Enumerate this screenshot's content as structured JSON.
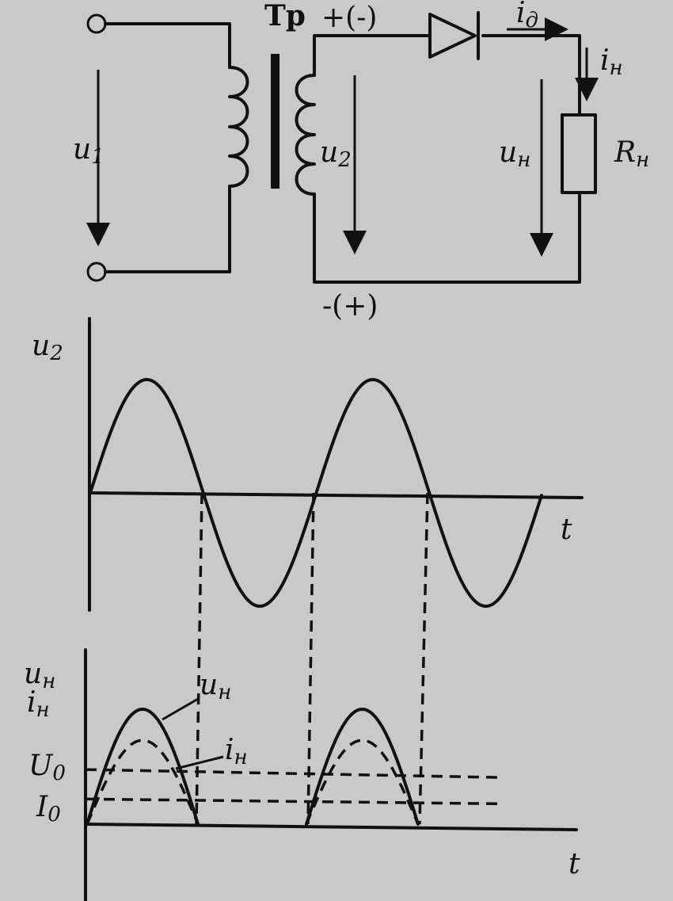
{
  "circuit": {
    "transformer_label": "Тр",
    "primary_voltage": "u",
    "primary_voltage_sub": "1",
    "secondary_voltage": "u",
    "secondary_voltage_sub": "2",
    "top_polarity": "+(-)",
    "bottom_polarity": "-(+)",
    "diode_current": "i",
    "diode_current_sub": "д",
    "load_current": "i",
    "load_current_sub": "н",
    "load_voltage": "u",
    "load_voltage_sub": "н",
    "load_resistor": "R",
    "load_resistor_sub": "н"
  },
  "graph_top": {
    "ylabel": "u",
    "ylabel_sub": "2",
    "xlabel": "t"
  },
  "graph_bottom": {
    "ylabel_1": "u",
    "ylabel_1_sub": "н",
    "ylabel_2": "i",
    "ylabel_2_sub": "н",
    "curve_label_u": "u",
    "curve_label_u_sub": "н",
    "curve_label_i": "i",
    "curve_label_i_sub": "н",
    "level_U0": "U",
    "level_U0_sub": "0",
    "level_I0": "I",
    "level_I0_sub": "0",
    "xlabel": "t"
  },
  "chart_data": [
    {
      "type": "line",
      "series": [
        {
          "shape": "sine",
          "periods": 2,
          "amplitude": 1.0
        }
      ]
    },
    {
      "type": "line",
      "series": [
        {
          "shape": "half-wave",
          "peak": 1.0,
          "pulses": 2,
          "style": "solid"
        },
        {
          "shape": "half-wave",
          "peak": 0.73,
          "pulses": 2,
          "style": "dashed"
        }
      ],
      "levels": {
        "U0": 0.5,
        "I0": 0.23
      }
    }
  ],
  "colors": {
    "ink": "#111111",
    "paper": "#c9c9c9"
  }
}
